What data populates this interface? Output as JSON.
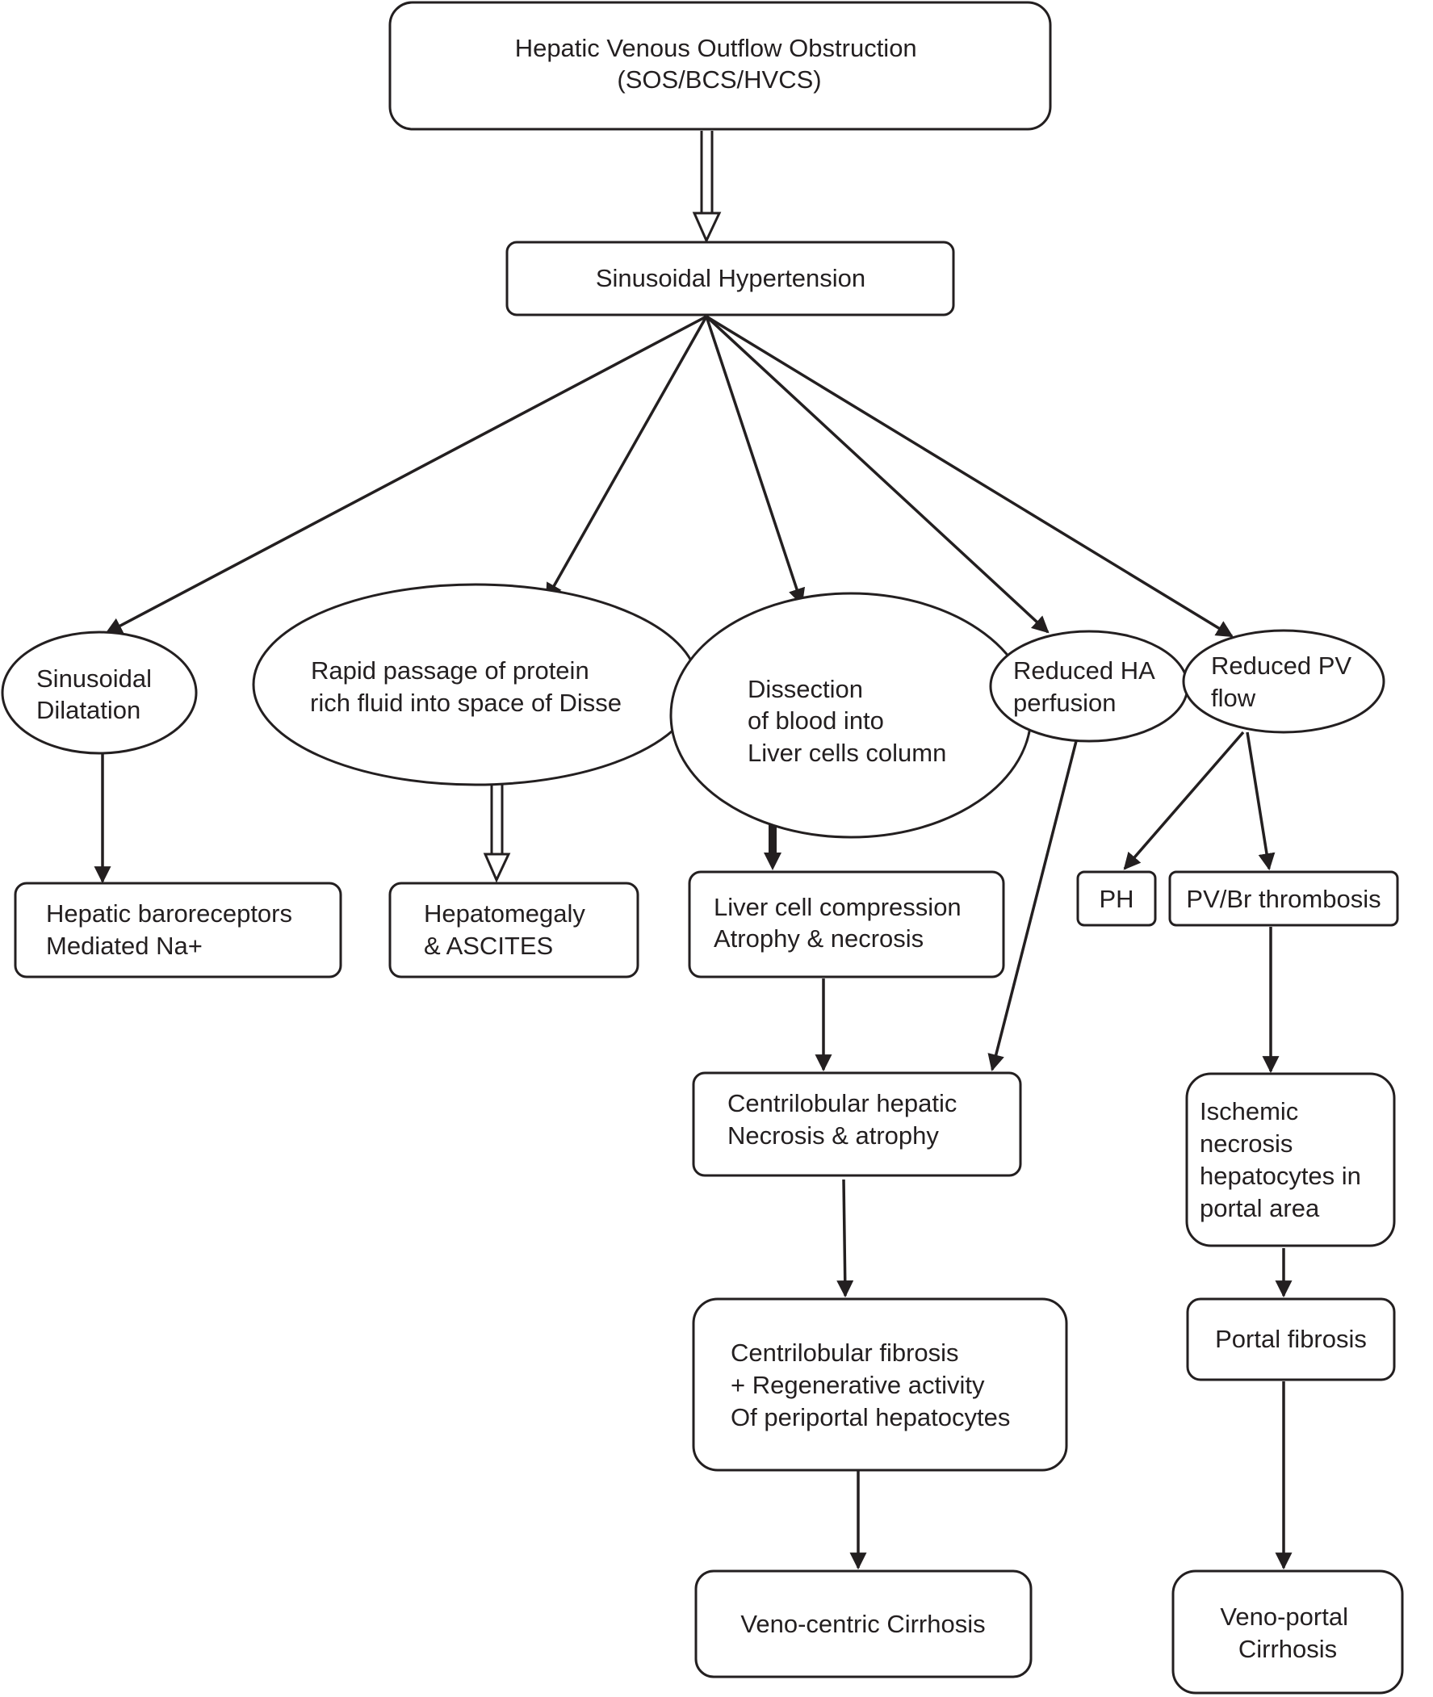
{
  "colors": {
    "ink": "#231f20",
    "background": "#ffffff"
  },
  "nodes": {
    "outflow": [
      "Hepatic Venous Outflow Obstruction",
      "(SOS/BCS/HVCS)"
    ],
    "sinusoidal_hypertension": [
      "Sinusoidal Hypertension"
    ],
    "sinusoidal_dilatation": [
      "Sinusoidal",
      "Dilatation"
    ],
    "rapid_passage": [
      "Rapid passage of protein",
      "rich fluid into space of Disse"
    ],
    "dissection": [
      "Dissection",
      "of blood into",
      "Liver cells column"
    ],
    "reduced_ha": [
      "Reduced HA",
      "perfusion"
    ],
    "reduced_pv": [
      "Reduced PV",
      "flow"
    ],
    "baroreceptors": [
      "Hepatic baroreceptors",
      "Mediated Na+"
    ],
    "hepatomegaly": [
      "Hepatomegaly",
      "& ASCITES"
    ],
    "compression": [
      "Liver cell compression",
      "Atrophy & necrosis"
    ],
    "ph": [
      "PH"
    ],
    "thrombosis": [
      "PV/Br thrombosis"
    ],
    "centrilobular_necrosis": [
      "Centrilobular hepatic",
      "Necrosis & atrophy"
    ],
    "ischemic": [
      "Ischemic",
      "necrosis",
      "hepatocytes in",
      "portal area"
    ],
    "centrilobular_fibrosis": [
      "Centrilobular fibrosis",
      "+ Regenerative activity",
      "Of periportal hepatocytes"
    ],
    "portal_fibrosis": [
      "Portal fibrosis"
    ],
    "veno_centric": [
      "Veno-centric Cirrhosis"
    ],
    "veno_portal": [
      "Veno-portal",
      "Cirrhosis"
    ]
  },
  "edges": [
    {
      "from": "outflow",
      "to": "sinusoidal_hypertension",
      "style": "hollow-double"
    },
    {
      "from": "sinusoidal_hypertension",
      "to": "sinusoidal_dilatation",
      "style": "solid"
    },
    {
      "from": "sinusoidal_hypertension",
      "to": "rapid_passage",
      "style": "solid"
    },
    {
      "from": "sinusoidal_hypertension",
      "to": "dissection",
      "style": "solid"
    },
    {
      "from": "sinusoidal_hypertension",
      "to": "reduced_ha",
      "style": "solid"
    },
    {
      "from": "sinusoidal_hypertension",
      "to": "reduced_pv",
      "style": "solid"
    },
    {
      "from": "sinusoidal_dilatation",
      "to": "baroreceptors",
      "style": "solid"
    },
    {
      "from": "rapid_passage",
      "to": "hepatomegaly",
      "style": "hollow-double"
    },
    {
      "from": "dissection",
      "to": "compression",
      "style": "bold"
    },
    {
      "from": "reduced_pv",
      "to": "ph",
      "style": "solid"
    },
    {
      "from": "reduced_pv",
      "to": "thrombosis",
      "style": "solid"
    },
    {
      "from": "compression",
      "to": "centrilobular_necrosis",
      "style": "solid"
    },
    {
      "from": "reduced_ha",
      "to": "centrilobular_necrosis",
      "style": "solid"
    },
    {
      "from": "thrombosis",
      "to": "ischemic",
      "style": "solid"
    },
    {
      "from": "centrilobular_necrosis",
      "to": "centrilobular_fibrosis",
      "style": "solid"
    },
    {
      "from": "ischemic",
      "to": "portal_fibrosis",
      "style": "solid"
    },
    {
      "from": "centrilobular_fibrosis",
      "to": "veno_centric",
      "style": "solid"
    },
    {
      "from": "portal_fibrosis",
      "to": "veno_portal",
      "style": "solid"
    }
  ]
}
